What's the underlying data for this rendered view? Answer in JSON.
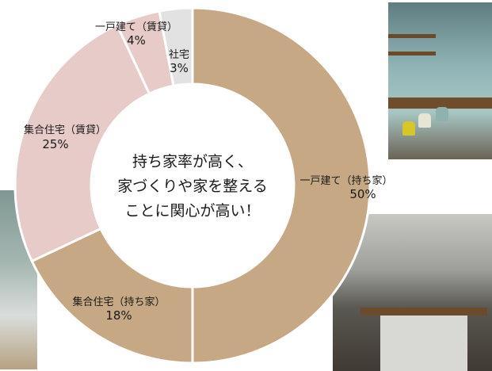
{
  "colors": {
    "owned_detached": "#c6a884",
    "owned_condo": "#c6a884",
    "rental_condo": "#e6cbc8",
    "rental_detached": "#e6cbc8",
    "company_housing": "#e2e2e2"
  },
  "chart_data": {
    "type": "pie",
    "title": "",
    "center_text": [
      "持ち家率が高く、",
      "家づくりや家を整える",
      "ことに関心が高い！"
    ],
    "slices": [
      {
        "label": "一戸建て（持ち家）",
        "value": 50,
        "value_label": "50%"
      },
      {
        "label": "集合住宅（持ち家）",
        "value": 18,
        "value_label": "18%"
      },
      {
        "label": "集合住宅（賃貸）",
        "value": 25,
        "value_label": "25%"
      },
      {
        "label": "一戸建て（賃貸）",
        "value": 4,
        "value_label": "4%"
      },
      {
        "label": "社宅",
        "value": 3,
        "value_label": "3%"
      }
    ]
  }
}
